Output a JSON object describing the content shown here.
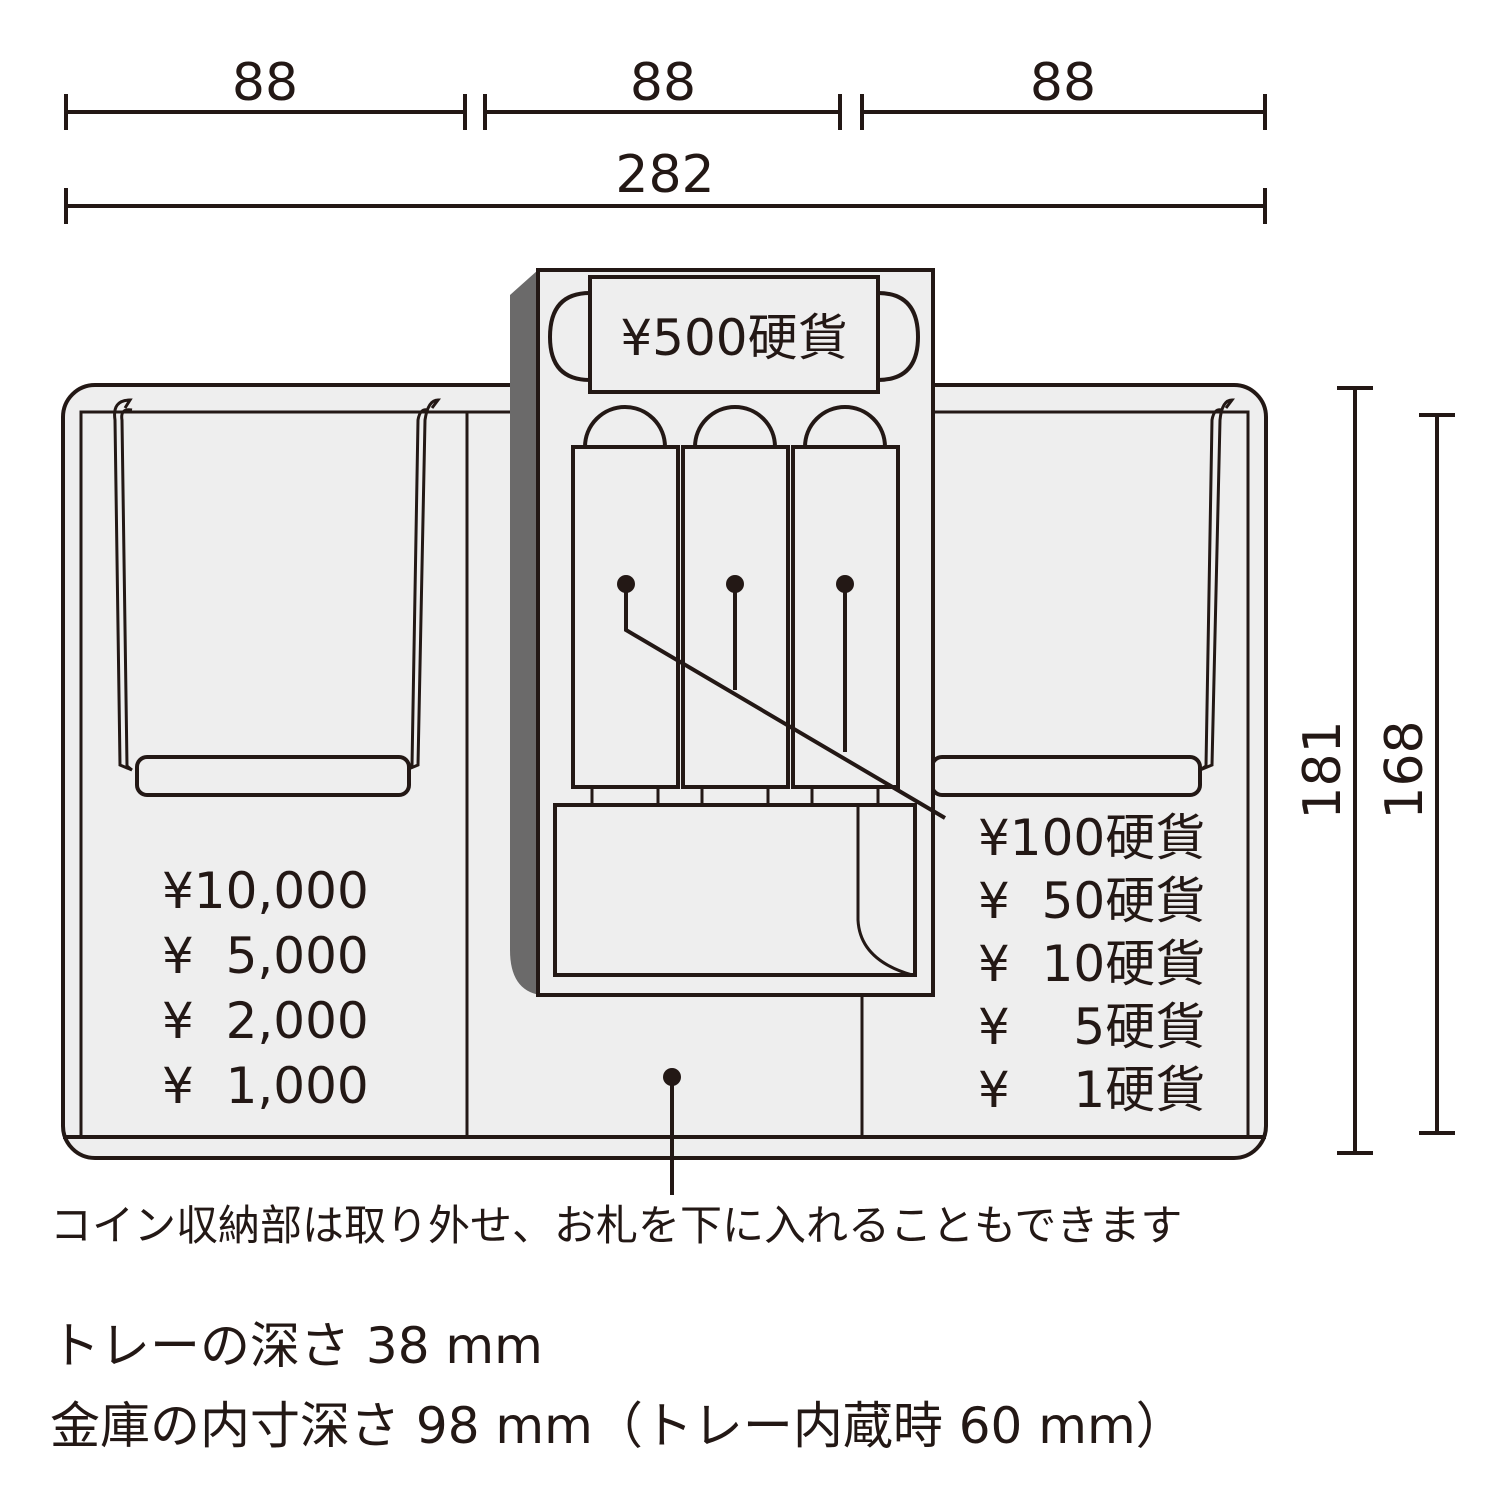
{
  "dimensions": {
    "compartment_widths": [
      "88",
      "88",
      "88"
    ],
    "total_width": "282",
    "outer_depth": "181",
    "inner_depth": "168"
  },
  "coin_tray": {
    "top_label": "¥500硬貨",
    "coin_labels": [
      "¥100硬貨",
      "¥  50硬貨",
      "¥  10硬貨",
      "¥    5硬貨",
      "¥    1硬貨"
    ]
  },
  "bill_labels": [
    "¥10,000",
    "¥  5,000",
    "¥  2,000",
    "¥  1,000"
  ],
  "callout_note": "コイン収納部は取り外せ、お札を下に入れることもできます",
  "specs": {
    "tray_depth": "トレーの深さ 38 mm",
    "safe_depth": "金庫の内寸深さ 98 mm（トレー内蔵時 60 mm）"
  },
  "colors": {
    "line": "#231815",
    "fill": "#eeeeee",
    "shadow": "#6b6a6a",
    "background": "#ffffff"
  }
}
